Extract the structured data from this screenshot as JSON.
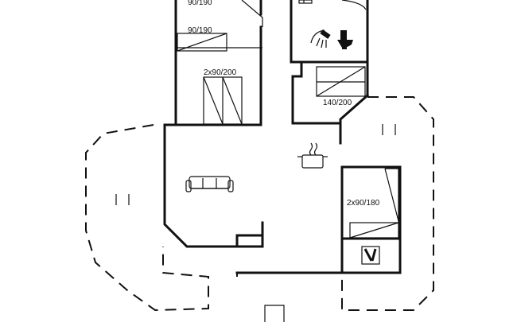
{
  "labels": {
    "bed_top": "90/190",
    "bed_upper": "90/190",
    "bed_bunk_middle": "2x90/200",
    "bed_double": "140/200",
    "bed_bunk_right": "2x90/180"
  },
  "icons": {
    "shower": "shower-icon",
    "toilet": "toilet-icon",
    "cooking_pot": "cooking-pot-icon",
    "sofa": "sofa-icon",
    "utility": "utility-icon",
    "sink": "sink-icon"
  }
}
